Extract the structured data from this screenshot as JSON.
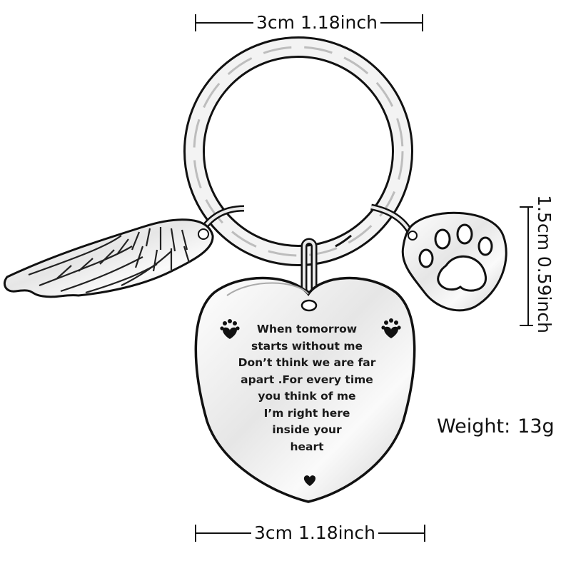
{
  "dimensions": {
    "top": "3cm 1.18inch",
    "bottom": "3cm 1.18inch",
    "side": "1.5cm 0.59inch"
  },
  "weight": {
    "label": "Weight:",
    "value": "13g"
  },
  "engraving": {
    "lines": [
      "When tomorrow",
      "starts without me",
      "Don’t think we are far",
      "apart .For every time",
      "you think of me",
      "I’m right here",
      "inside your",
      "heart"
    ]
  },
  "icons": {
    "charms": [
      "angel-wing",
      "paw-print",
      "heart-tag",
      "key-ring"
    ],
    "engraving_decor": [
      "paw-heart",
      "paw-heart",
      "heart"
    ]
  },
  "colors": {
    "metal_light": "#f4f4f4",
    "metal_dark": "#1a1a1a",
    "text": "#111111"
  }
}
